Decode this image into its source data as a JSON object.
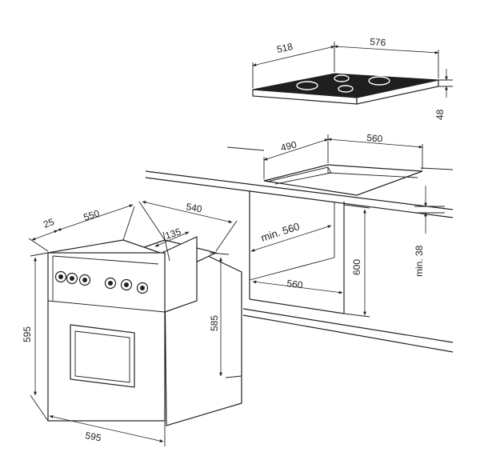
{
  "hob": {
    "depth_label": "518",
    "width_label": "576",
    "thickness_label": "48"
  },
  "hob_cutout": {
    "depth_label": "490",
    "width_label": "560",
    "worktop_gap_label": "min. 38"
  },
  "niche": {
    "width_label": "min. 560",
    "floor_width_label": "560",
    "height_label": "600"
  },
  "oven": {
    "side_depth_label": "25",
    "depth_label": "550",
    "body_depth_label": "540",
    "panel_depth_label": "135",
    "height_label": "595",
    "body_height_label": "585",
    "width_label": "595"
  },
  "colors": {
    "line": "#222222",
    "hob_surface": "#1f1f1f",
    "background": "#ffffff"
  }
}
